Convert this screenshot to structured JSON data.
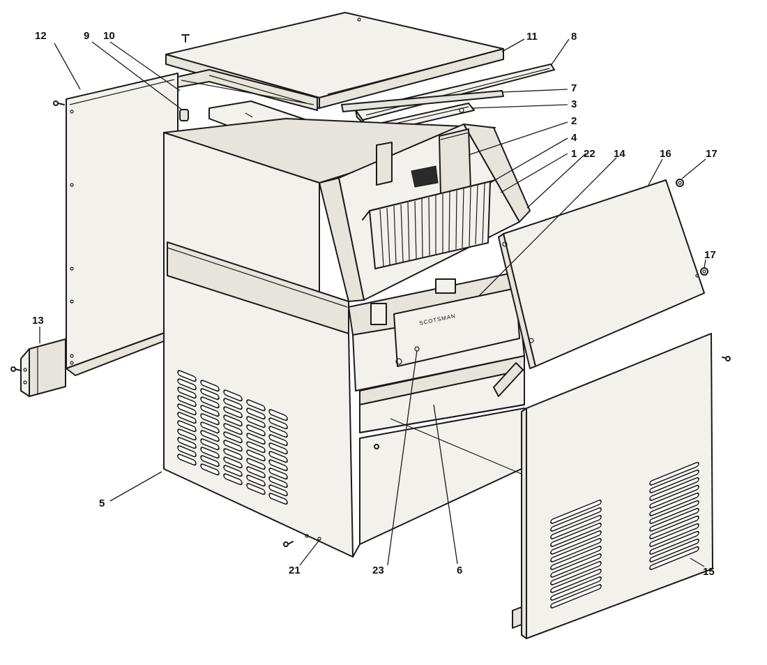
{
  "diagram": {
    "brand_label": "SCOTSMAN",
    "callouts": [
      {
        "id": "c12",
        "text": "12"
      },
      {
        "id": "c9",
        "text": "9"
      },
      {
        "id": "c10",
        "text": "10"
      },
      {
        "id": "c11",
        "text": "11"
      },
      {
        "id": "c8",
        "text": "8"
      },
      {
        "id": "c7",
        "text": "7"
      },
      {
        "id": "c3",
        "text": "3"
      },
      {
        "id": "c2",
        "text": "2"
      },
      {
        "id": "c4",
        "text": "4"
      },
      {
        "id": "c1",
        "text": "1"
      },
      {
        "id": "c22",
        "text": "22"
      },
      {
        "id": "c14",
        "text": "14"
      },
      {
        "id": "c16",
        "text": "16"
      },
      {
        "id": "c17a",
        "text": "17"
      },
      {
        "id": "c17b",
        "text": "17"
      },
      {
        "id": "c13",
        "text": "13"
      },
      {
        "id": "c5",
        "text": "5"
      },
      {
        "id": "c21",
        "text": "21"
      },
      {
        "id": "c23",
        "text": "23"
      },
      {
        "id": "c6",
        "text": "6"
      },
      {
        "id": "c15",
        "text": "15"
      }
    ]
  }
}
